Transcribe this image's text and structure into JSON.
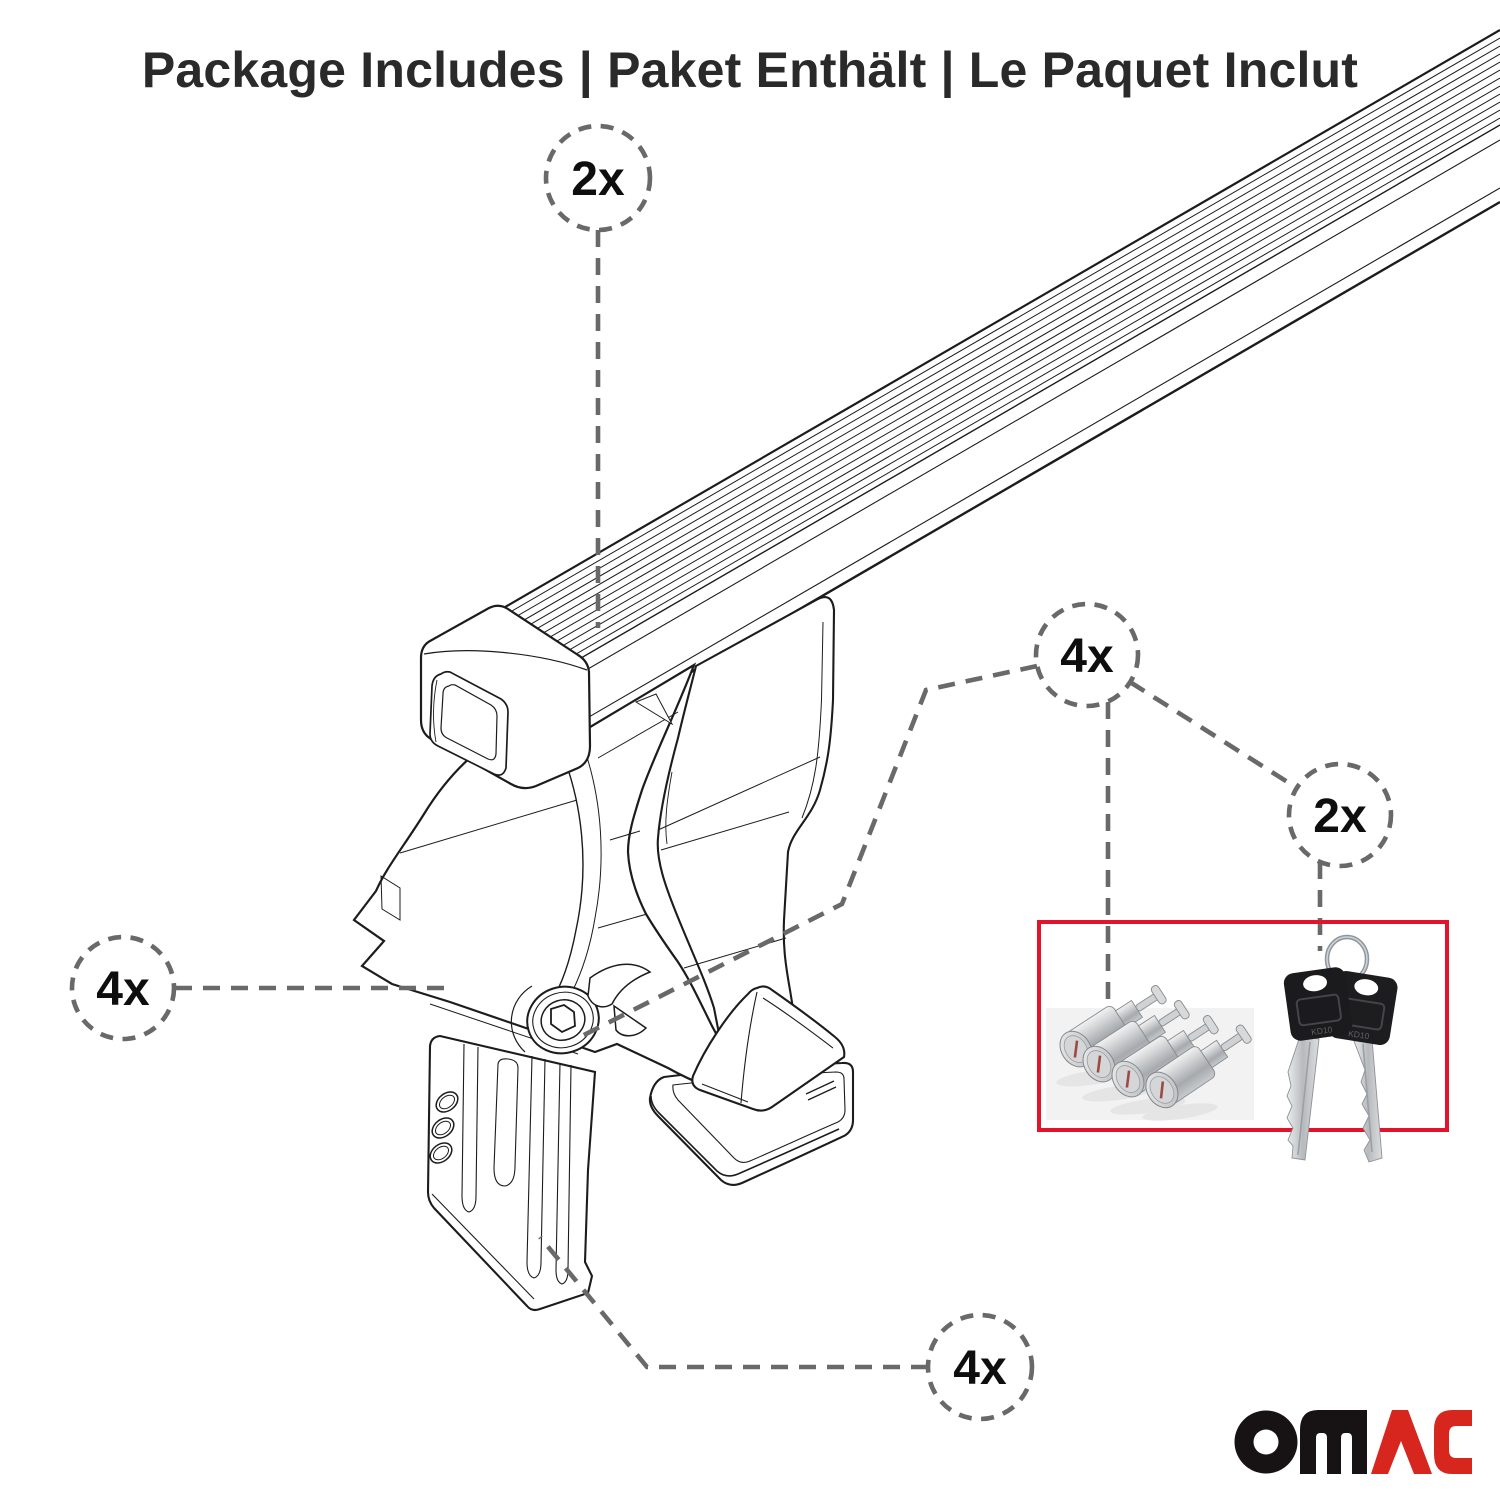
{
  "title": "Package Includes | Paket Enthält | Le Paquet Inclut",
  "diagram": {
    "description": "Exploded technical line drawing of a roof rack cross bar with mounting foot",
    "parts": {
      "cross_bar": "ribbed cross bar profile",
      "end_cap": "plastic end cap with rectangular opening",
      "mounting_foot": "mounting foot tower",
      "clamp_strap": "rear clamp strap",
      "hex_bolt": "hex socket bolt boss",
      "mounting_bracket": "mounting bracket plate with three oval holes",
      "base_pad": "rubber base pad on foot tray"
    }
  },
  "callouts": [
    {
      "id": "bar",
      "label": "2x",
      "points_to": "cross_bar"
    },
    {
      "id": "locks",
      "label": "4x",
      "points_to": "lock_cylinders_and_hex_bolt"
    },
    {
      "id": "keys",
      "label": "2x",
      "points_to": "keys"
    },
    {
      "id": "foot",
      "label": "4x",
      "points_to": "mounting_foot"
    },
    {
      "id": "bracket",
      "label": "4x",
      "points_to": "mounting_bracket"
    }
  ],
  "legend_box": {
    "items": [
      {
        "name": "lock cylinders",
        "quantity": "4x"
      },
      {
        "name": "keys",
        "quantity": "2x",
        "key_code": "KD10"
      }
    ]
  },
  "brand": {
    "name": "OMAC",
    "letters_black": "om",
    "letters_red": "AC"
  },
  "colors": {
    "line": "#1c1c1c",
    "dash": "#696969",
    "legend_border": "#e3132b",
    "logo_black": "#171314",
    "logo_red": "#d7261d",
    "text": "#2b2a2a"
  }
}
